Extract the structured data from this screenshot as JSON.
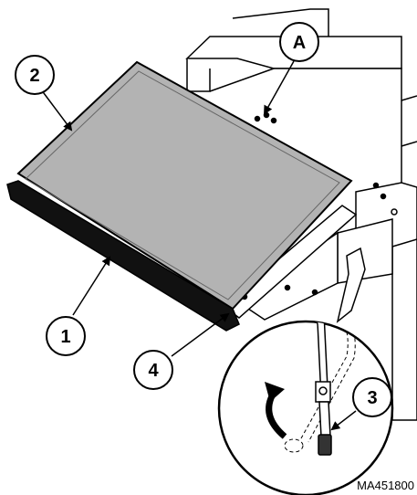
{
  "callouts": {
    "one": "1",
    "two": "2",
    "three": "3",
    "four": "4",
    "a": "A"
  },
  "figure_code": "MA451800",
  "colors": {
    "line": "#000000",
    "panel_fill": "#b3b3b3",
    "frame_fill": "#ffffff",
    "channel_fill": "#111111"
  }
}
